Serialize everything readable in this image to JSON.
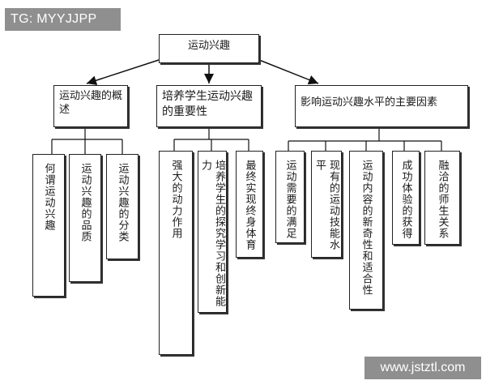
{
  "watermark_top": "TG: MYYJJPP",
  "watermark_bottom": "www.jstztl.com",
  "root": "运动兴趣",
  "branches": [
    {
      "title": "运动兴趣的概述",
      "children": [
        "何谓运动兴趣",
        "运动兴趣的品质",
        "运动兴趣的分类"
      ]
    },
    {
      "title": "培养学生运动兴趣的重要性",
      "children": [
        "强大的动力作用",
        "培养学生的探究学习和创新能力",
        "最终实现终身体育"
      ]
    },
    {
      "title": "影响运动兴趣水平的主要因素",
      "children": [
        "运动需要的满足",
        "现有的运动技能水平",
        "运动内容的新奇性和适合性",
        "成功体验的获得",
        "融洽的师生关系"
      ]
    }
  ]
}
